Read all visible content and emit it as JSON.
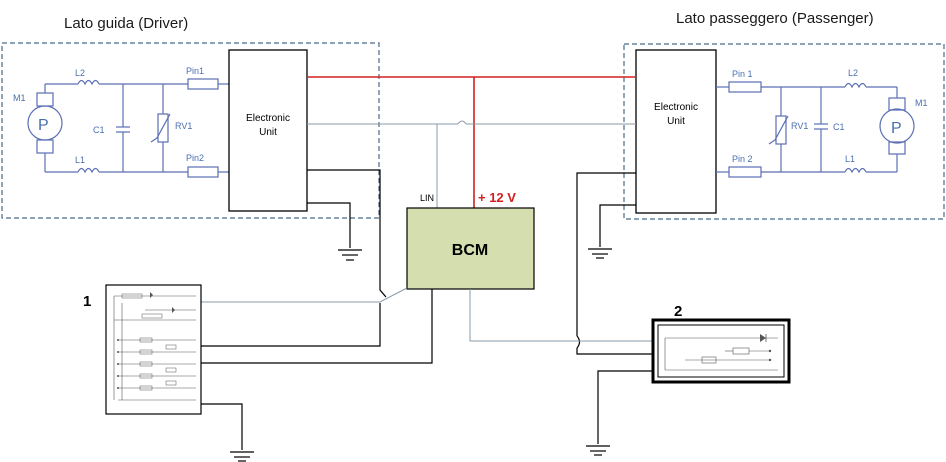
{
  "titles": {
    "driver": "Lato guida (Driver)",
    "passenger": "Lato passeggero (Passenger)"
  },
  "driver_circuit": {
    "motor": "M1",
    "motor_symbol": "P",
    "inductor_top": "L2",
    "inductor_bottom": "L1",
    "capacitor": "C1",
    "varistor": "RV1",
    "pin_top": "Pin1",
    "pin_bottom": "Pin2",
    "unit_line1": "Electronic",
    "unit_line2": "Unit"
  },
  "passenger_circuit": {
    "motor": "M1",
    "motor_symbol": "P",
    "inductor_top": "L2",
    "inductor_bottom": "L1",
    "capacitor": "C1",
    "varistor": "RV1",
    "pin_top": "Pin 1",
    "pin_bottom": "Pin 2",
    "unit_line1": "Electronic",
    "unit_line2": "Unit"
  },
  "bcm": {
    "label": "BCM",
    "lin_label": "LIN",
    "supply_label": "+ 12 V",
    "fill_color": "#d4deaf",
    "border_color": "#000000"
  },
  "switch_panels": {
    "panel1_number": "1",
    "panel2_number": "2"
  },
  "colors": {
    "power_line": "#d42020",
    "circuit_blue": "#5a6fb5",
    "dashed_border": "#4a6a8a"
  }
}
